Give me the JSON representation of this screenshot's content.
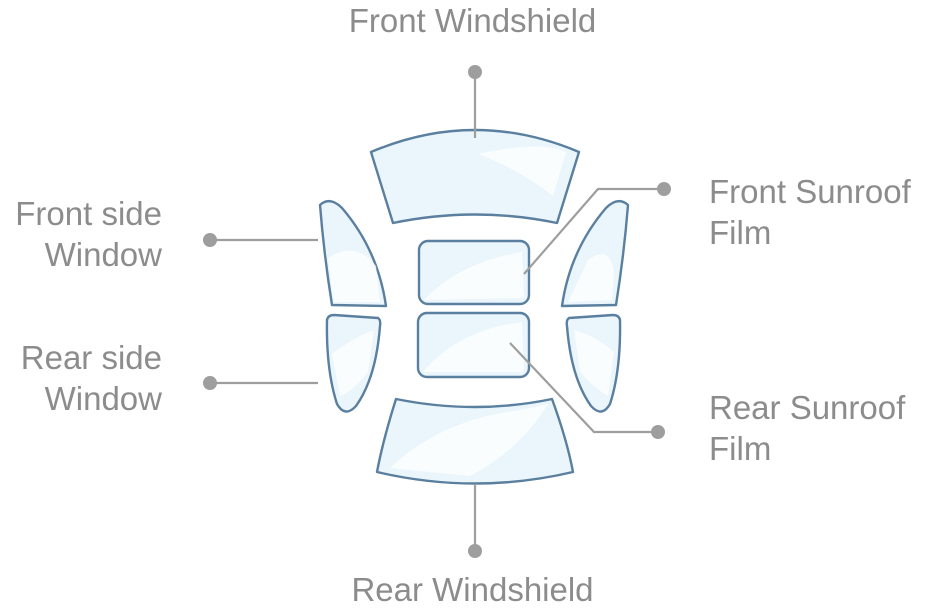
{
  "labels": {
    "front_windshield": "Front Windshield",
    "rear_windshield": "Rear Windshield",
    "front_side_window": [
      "Front side",
      "Window"
    ],
    "rear_side_window": [
      "Rear side",
      "Window"
    ],
    "front_sunroof_film": [
      "Front Sunroof",
      "Film"
    ],
    "rear_sunroof_film": [
      "Rear Sunroof",
      "Film"
    ]
  },
  "colors": {
    "glass_fill": "#eaf6fc",
    "glass_outline": "#5a7f9f",
    "leader_line": "#9e9e9e",
    "label_text": "#8c8c8c"
  }
}
